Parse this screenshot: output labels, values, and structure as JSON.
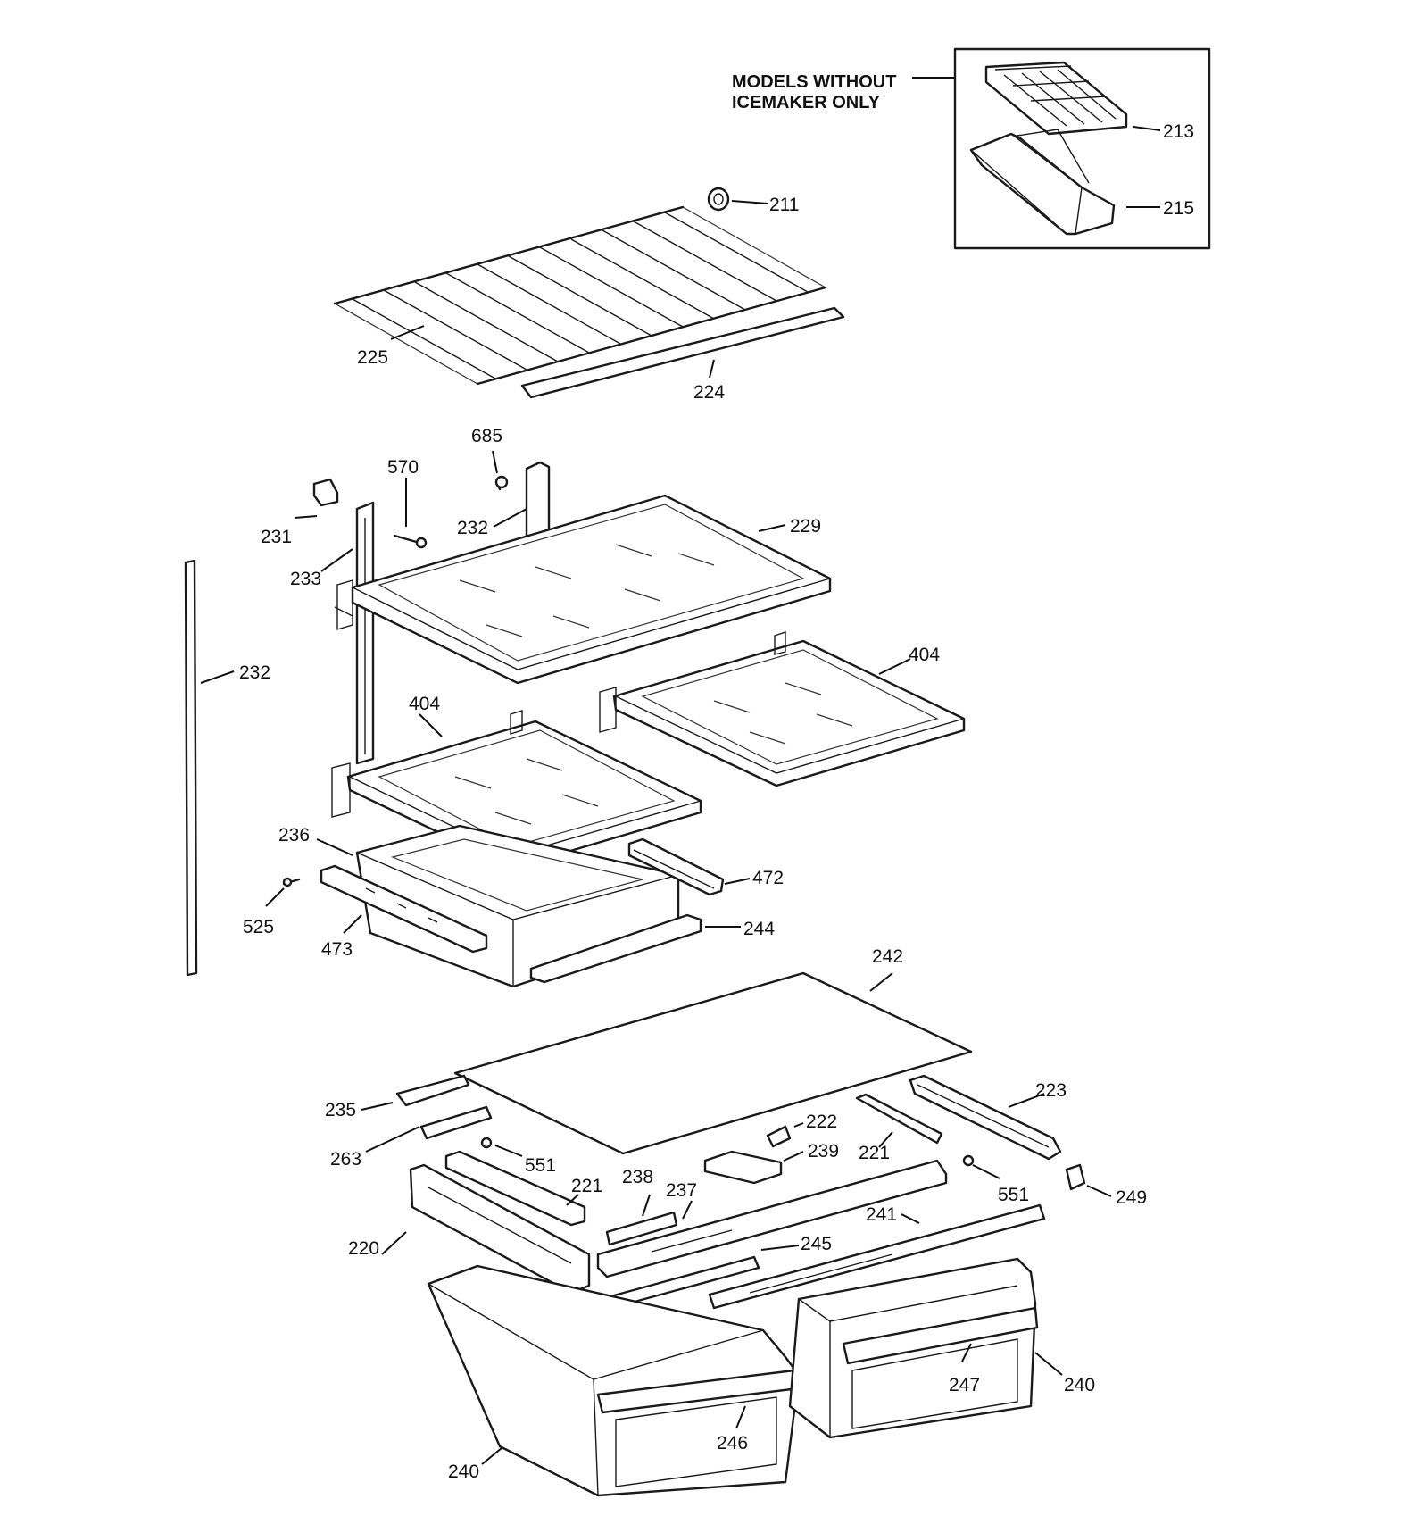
{
  "note": {
    "line1": "MODELS WITHOUT",
    "line2": "ICEMAKER ONLY"
  },
  "callouts": {
    "c211": "211",
    "c213": "213",
    "c215": "215",
    "c225": "225",
    "c224": "224",
    "c685": "685",
    "c570": "570",
    "c231": "231",
    "c232_top": "232",
    "c229": "229",
    "c233": "233",
    "c232_left": "232",
    "c404_right": "404",
    "c404_left": "404",
    "c236": "236",
    "c472": "472",
    "c525": "525",
    "c473": "473",
    "c244": "244",
    "c242": "242",
    "c235": "235",
    "c223": "223",
    "c222": "222",
    "c263": "263",
    "c239": "239",
    "c221_right": "221",
    "c551_left": "551",
    "c238": "238",
    "c237": "237",
    "c221_left": "221",
    "c551_right": "551",
    "c249": "249",
    "c241": "241",
    "c220": "220",
    "c245": "245",
    "c240_right": "240",
    "c247": "247",
    "c246": "246",
    "c240_left": "240"
  }
}
